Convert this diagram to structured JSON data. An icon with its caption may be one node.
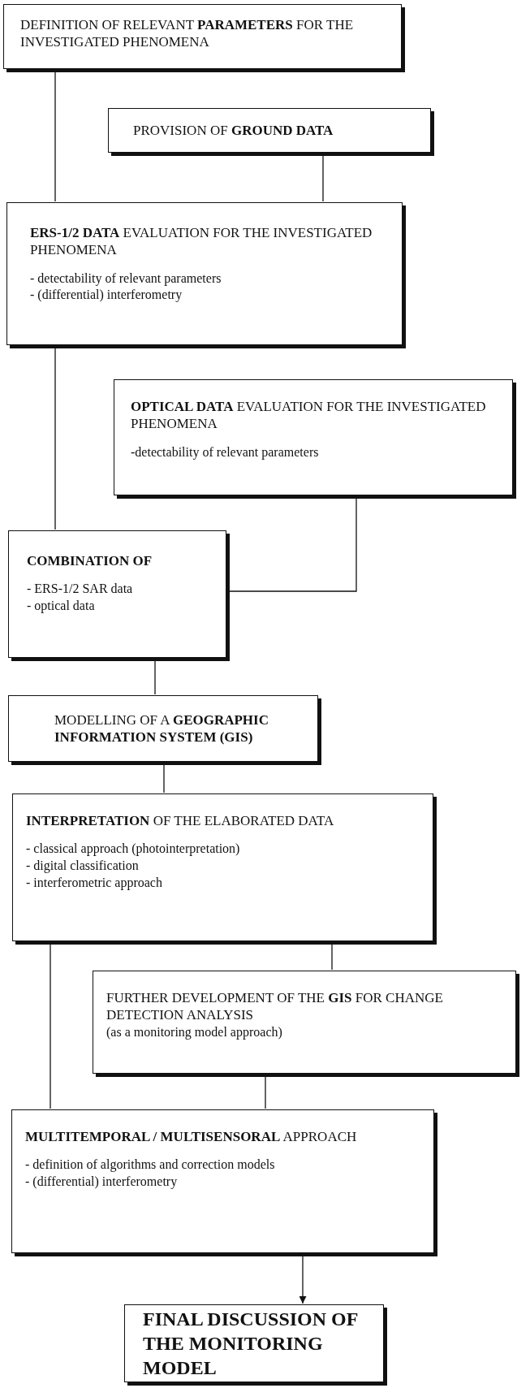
{
  "diagram": {
    "nodes": [
      {
        "text": [
          "DEFINITION OF RELEVANT **PARAMETERS** FOR THE INVESTIGATED PHENOMENA"
        ]
      },
      {
        "text": [
          "PROVISION OF **GROUND DATA**"
        ]
      },
      {
        "text": [
          "**ERS-1/2 DATA** EVALUATION FOR THE INVESTIGATED PHENOMENA",
          "- detectability of relevant parameters",
          "- (differential) interferometry"
        ]
      },
      {
        "text": [
          "**OPTICAL DATA** EVALUATION FOR THE INVESTIGATED PHENOMENA",
          "-detectability of relevant parameters"
        ]
      },
      {
        "text": [
          "COMBINATION OF",
          "- ERS-1/2 SAR data",
          "- optical data"
        ]
      },
      {
        "text": [
          "MODELLING OF A **GEOGRAPHIC INFORMATION SYSTEM (GIS)**"
        ]
      },
      {
        "text": [
          "**INTERPRETATION** OF THE ELABORATED DATA",
          "- classical approach (photointerpretation)",
          "- digital classification",
          "- interferometric approach"
        ]
      },
      {
        "text": [
          "FURTHER DEVELOPMENT OF THE **GIS** FOR CHANGE DETECTION ANALYSIS",
          "(as a monitoring model approach)"
        ]
      },
      {
        "text": [
          "**MULTITEMPORAL / MULTISENSORAL** APPROACH",
          "- definition of algorithms and correction models",
          "- (differential) interferometry"
        ]
      },
      {
        "text": [
          "FINAL DISCUSSION OF THE MONITORING MODEL"
        ]
      }
    ],
    "edges": [
      {
        "from": 0,
        "to": 2,
        "arrow": "none"
      },
      {
        "from": 1,
        "to": 2,
        "arrow": "none"
      },
      {
        "from": 2,
        "to": 4,
        "arrow": "none"
      },
      {
        "from": 3,
        "to": 4,
        "arrow": "none"
      },
      {
        "from": 4,
        "to": 5,
        "arrow": "none"
      },
      {
        "from": 5,
        "to": 6,
        "arrow": "none"
      },
      {
        "from": 6,
        "to": 8,
        "arrow": "none"
      },
      {
        "from": 6,
        "to": 7,
        "arrow": "none"
      },
      {
        "from": 7,
        "to": 8,
        "arrow": "none"
      },
      {
        "from": 8,
        "to": 9,
        "arrow": "to"
      }
    ]
  }
}
